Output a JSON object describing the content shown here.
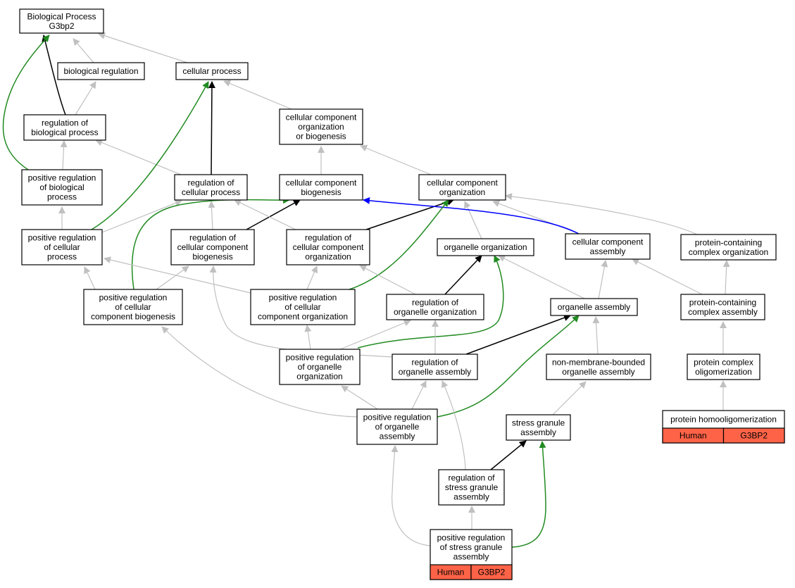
{
  "colors": {
    "is_a": "#c0c0c0",
    "part_of": "#000000",
    "positively_regulates": "#228b22",
    "regulates": "#0000ff",
    "annotation_fill": "#ff6347",
    "node_border": "#000000",
    "background": "#ffffff"
  },
  "nodes": [
    {
      "id": "bp",
      "lines": [
        "Biological Process",
        "G3bp2"
      ]
    },
    {
      "id": "biological_regulation",
      "lines": [
        "biological regulation"
      ]
    },
    {
      "id": "cellular_process",
      "lines": [
        "cellular process"
      ]
    },
    {
      "id": "regulation_of_biological_process",
      "lines": [
        "regulation of",
        "biological process"
      ]
    },
    {
      "id": "cellular_component_organization_or_biogenesis",
      "lines": [
        "cellular component",
        "organization",
        "or biogenesis"
      ]
    },
    {
      "id": "positive_regulation_of_biological_process",
      "lines": [
        "positive regulation",
        "of biological",
        "process"
      ]
    },
    {
      "id": "regulation_of_cellular_process",
      "lines": [
        "regulation of",
        "cellular process"
      ]
    },
    {
      "id": "cellular_component_biogenesis",
      "lines": [
        "cellular component",
        "biogenesis"
      ]
    },
    {
      "id": "cellular_component_organization",
      "lines": [
        "cellular component",
        "organization"
      ]
    },
    {
      "id": "positive_regulation_of_cellular_process",
      "lines": [
        "positive regulation",
        "of cellular",
        "process"
      ]
    },
    {
      "id": "regulation_of_cellular_component_biogenesis",
      "lines": [
        "regulation of",
        "cellular component",
        "biogenesis"
      ]
    },
    {
      "id": "regulation_of_cellular_component_organization",
      "lines": [
        "regulation of",
        "cellular component",
        "organization"
      ]
    },
    {
      "id": "organelle_organization",
      "lines": [
        "organelle organization"
      ]
    },
    {
      "id": "cellular_component_assembly",
      "lines": [
        "cellular component",
        "assembly"
      ]
    },
    {
      "id": "protein_containing_complex_organization",
      "lines": [
        "protein-containing",
        "complex organization"
      ]
    },
    {
      "id": "positive_regulation_of_cellular_component_biogenesis",
      "lines": [
        "positive regulation",
        "of cellular",
        "component biogenesis"
      ]
    },
    {
      "id": "positive_regulation_of_cellular_component_organization",
      "lines": [
        "positive regulation",
        "of cellular",
        "component organization"
      ]
    },
    {
      "id": "regulation_of_organelle_organization",
      "lines": [
        "regulation of",
        "organelle organization"
      ]
    },
    {
      "id": "organelle_assembly",
      "lines": [
        "organelle assembly"
      ]
    },
    {
      "id": "protein_containing_complex_assembly",
      "lines": [
        "protein-containing",
        "complex assembly"
      ]
    },
    {
      "id": "positive_regulation_of_organelle_organization",
      "lines": [
        "positive regulation",
        "of organelle",
        "organization"
      ]
    },
    {
      "id": "regulation_of_organelle_assembly",
      "lines": [
        "regulation of",
        "organelle assembly"
      ]
    },
    {
      "id": "non_membrane_bounded_organelle_assembly",
      "lines": [
        "non-membrane-bounded",
        "organelle assembly"
      ]
    },
    {
      "id": "protein_complex_oligomerization",
      "lines": [
        "protein complex",
        "oligomerization"
      ]
    },
    {
      "id": "positive_regulation_of_organelle_assembly",
      "lines": [
        "positive regulation",
        "of organelle",
        "assembly"
      ]
    },
    {
      "id": "stress_granule_assembly",
      "lines": [
        "stress granule",
        "assembly"
      ]
    },
    {
      "id": "protein_homooligomerization",
      "lines": [
        "protein homooligomerization"
      ],
      "annotation": [
        "Human",
        "G3BP2"
      ]
    },
    {
      "id": "regulation_of_stress_granule_assembly",
      "lines": [
        "regulation of",
        "stress granule",
        "assembly"
      ]
    },
    {
      "id": "positive_regulation_of_stress_granule_assembly",
      "lines": [
        "positive regulation",
        "of stress granule",
        "assembly"
      ],
      "annotation": [
        "Human",
        "G3BP2"
      ]
    }
  ]
}
